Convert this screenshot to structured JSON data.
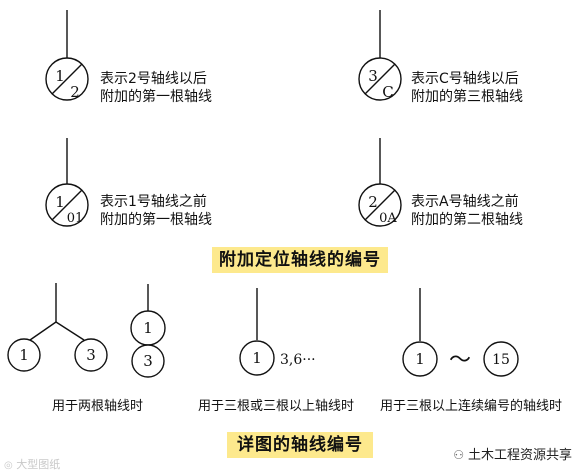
{
  "section1": {
    "title": "附加定位轴线的编号",
    "items": [
      {
        "top": "1",
        "bottom": "2",
        "line1": "表示2号轴线以后",
        "line2": "附加的第一根轴线"
      },
      {
        "top": "3",
        "bottom": "C",
        "line1": "表示C号轴线以后",
        "line2": "附加的第三根轴线"
      },
      {
        "top": "1",
        "bottom": "01",
        "line1": "表示1号轴线之前",
        "line2": "附加的第一根轴线"
      },
      {
        "top": "2",
        "bottom": "0A",
        "line1": "表示A号轴线之前",
        "line2": "附加的第二根轴线"
      }
    ]
  },
  "section2": {
    "title": "详图的轴线编号",
    "fork": {
      "left": "1",
      "right": "3"
    },
    "stack": {
      "top": "1",
      "bottom": "3"
    },
    "single": {
      "number": "1",
      "extra": "3,6···"
    },
    "range": {
      "from": "1",
      "to": "15",
      "tilde": "～"
    },
    "captions": {
      "two_axes": "用于两根轴线时",
      "three_or_more": "用于三根或三根以上轴线时",
      "continuous": "用于三根以上连续编号的轴线时"
    }
  },
  "watermark": {
    "right": "土木工程资源共享",
    "left": "大型图纸"
  }
}
